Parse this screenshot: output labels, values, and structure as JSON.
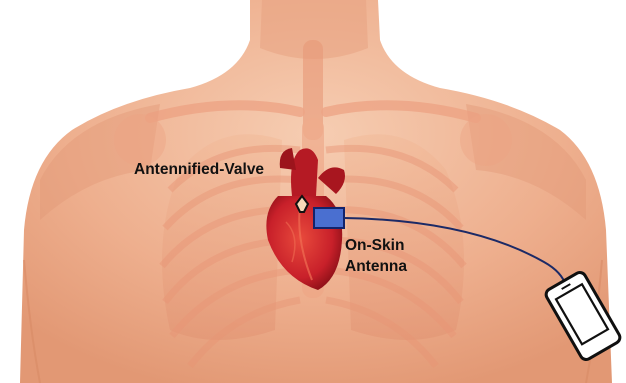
{
  "labels": {
    "valve": "Antennified-Valve",
    "skin_line1": "On-Skin",
    "skin_line2": "Antenna"
  },
  "colors": {
    "background": "#ffffff",
    "skin_light": "#f3c2a4",
    "skin_mid": "#e8a07e",
    "skin_dark": "#d98560",
    "bone": "#efa888",
    "heart_red": "#c8202a",
    "heart_dark": "#8e1018",
    "antenna_fill": "#4a6fd0",
    "antenna_stroke": "#12236b",
    "cable": "#1c2a66",
    "phone_stroke": "#101010",
    "label_text": "#111111"
  },
  "icons": {
    "valve": "valve-icon",
    "phone": "smartphone-icon",
    "antenna": "antenna-patch-icon"
  }
}
